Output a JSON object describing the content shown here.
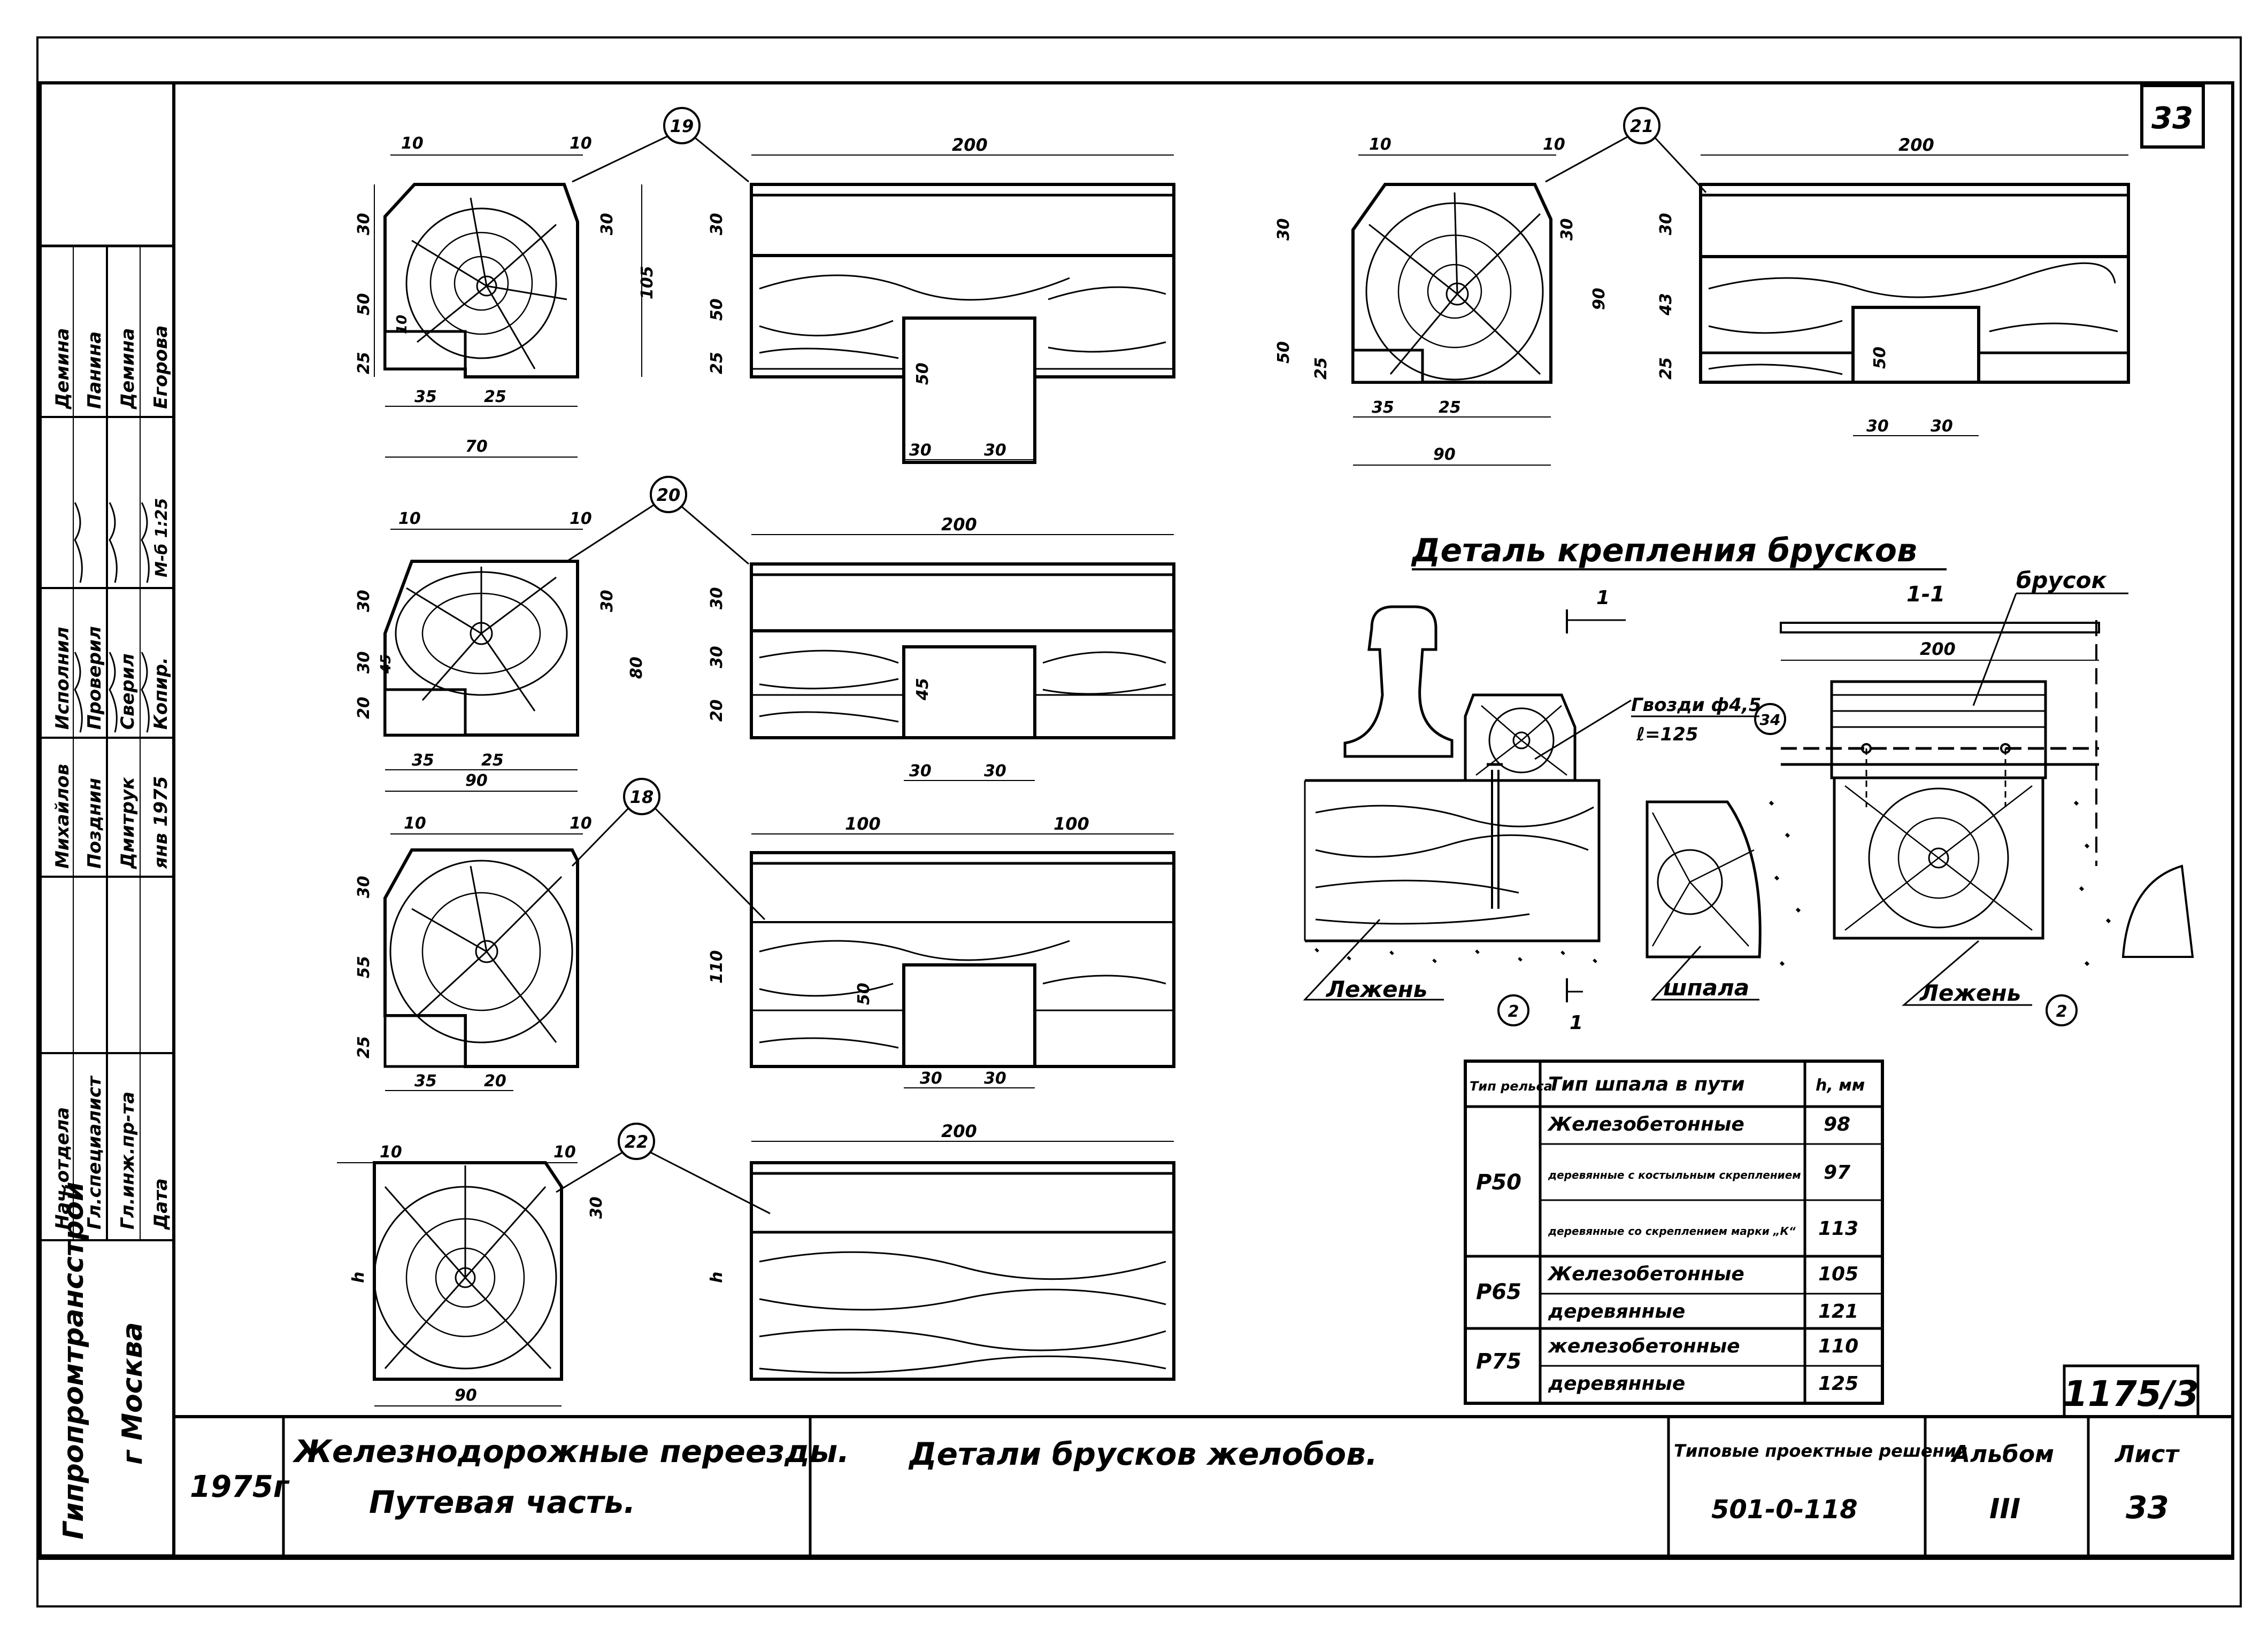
{
  "sheet": {
    "sheet_badge": "33",
    "doc_code": "1175/3",
    "side_block": {
      "org": "Гипропромтрансстрой",
      "city": "г Москва",
      "roles": [
        "Нач.отдела",
        "Гл.специалист",
        "Гл.инж.пр-та",
        "Дата"
      ],
      "names1": [
        "Михайлов",
        "Позднин",
        "Дмитрук",
        "янв 1975"
      ],
      "roles2": [
        "Исполнил",
        "Проверил",
        "Сверил",
        "Копир."
      ],
      "names2": [
        "Демина",
        "Панина",
        "Демина",
        "Егорова"
      ],
      "scale": "М-б 1:25"
    }
  },
  "views": {
    "detail_19": {
      "callout": "19",
      "section_dims": {
        "top_left": "10",
        "top_right": "10",
        "left": [
          "30",
          "50",
          "10",
          "25"
        ],
        "right": [
          "30",
          "105"
        ],
        "bottom": [
          "35",
          "25"
        ],
        "width": "70"
      },
      "side_dims": {
        "length": "200",
        "left": [
          "30",
          "50",
          "25"
        ],
        "slot_h": "50",
        "slot_w": [
          "30",
          "30"
        ]
      }
    },
    "detail_20": {
      "callout": "20",
      "section_dims": {
        "top_left": "10",
        "top_right": "10",
        "left": [
          "30",
          "30",
          "45",
          "20"
        ],
        "right": [
          "30",
          "80"
        ],
        "bottom": [
          "35",
          "25"
        ],
        "width": "90"
      },
      "side_dims": {
        "length": "200",
        "left": [
          "30",
          "30",
          "20"
        ],
        "slot_h": "45",
        "slot_w": [
          "30",
          "30"
        ]
      }
    },
    "detail_18": {
      "callout": "18",
      "section_dims": {
        "top_left": "10",
        "top_right": "10",
        "left": [
          "30",
          "55",
          "25"
        ],
        "bottom": [
          "35",
          "20"
        ]
      },
      "side_dims": {
        "length_a": "100",
        "length_b": "100",
        "left": [
          "110"
        ],
        "slot_h": "50",
        "slot_w": [
          "30",
          "30"
        ]
      }
    },
    "detail_22": {
      "callout": "22",
      "section_dims": {
        "top_left": "10",
        "top_right": "10",
        "left": [
          "h"
        ],
        "right": [
          "30"
        ],
        "width": "90"
      },
      "side_dims": {
        "length": "200",
        "left": [
          "h"
        ]
      }
    },
    "detail_21": {
      "callout": "21",
      "section_dims": {
        "top_left": "10",
        "top_right": "10",
        "left": [
          "30",
          "50",
          "25"
        ],
        "right": [
          "30",
          "90"
        ],
        "bottom": [
          "35",
          "25"
        ],
        "width": "90"
      },
      "side_dims": {
        "length": "200",
        "left": [
          "30",
          "43",
          "25"
        ],
        "slot_h": "50",
        "slot_w": [
          "30",
          "30"
        ]
      }
    }
  },
  "fastening": {
    "title": "Деталь крепления брусков",
    "section_mark": "1",
    "section_title": "1-1",
    "bar_label": "брусок",
    "nail_label": "Гвозди ф4,5",
    "nail_len": "ℓ=125",
    "nail_ref": "34",
    "length_200": "200",
    "label_lezhen_1": "Лежень",
    "label_lezhen_ref_1": "2",
    "label_shpala": "шпала",
    "label_lezhen_2": "Лежень",
    "label_lezhen_ref_2": "2"
  },
  "table": {
    "headers": [
      "Тип рельса",
      "Тип шпала в пути",
      "h, мм"
    ],
    "rail_types": [
      "Р50",
      "Р65",
      "Р75"
    ],
    "rows": [
      {
        "sleeper": "Железобетонные",
        "h": "98"
      },
      {
        "sleeper": "деревянные с костыльным скреплением",
        "h": "97"
      },
      {
        "sleeper": "деревянные со скреплением марки „К“",
        "h": "113"
      },
      {
        "sleeper": "Железобетонные",
        "h": "105"
      },
      {
        "sleeper": "деревянные",
        "h": "121"
      },
      {
        "sleeper": "железобетонные",
        "h": "110"
      },
      {
        "sleeper": "деревянные",
        "h": "125"
      }
    ]
  },
  "title_block": {
    "year": "1975г",
    "project_line1": "Железнодорожные переезды.",
    "project_line2": "Путевая часть.",
    "drawing_title": "Детали брусков желобов.",
    "typical_label": "Типовые проектные решения",
    "typical_code": "501-0-118",
    "album_label": "Альбом",
    "album_value": "III",
    "sheet_label": "Лист",
    "sheet_value": "33"
  }
}
